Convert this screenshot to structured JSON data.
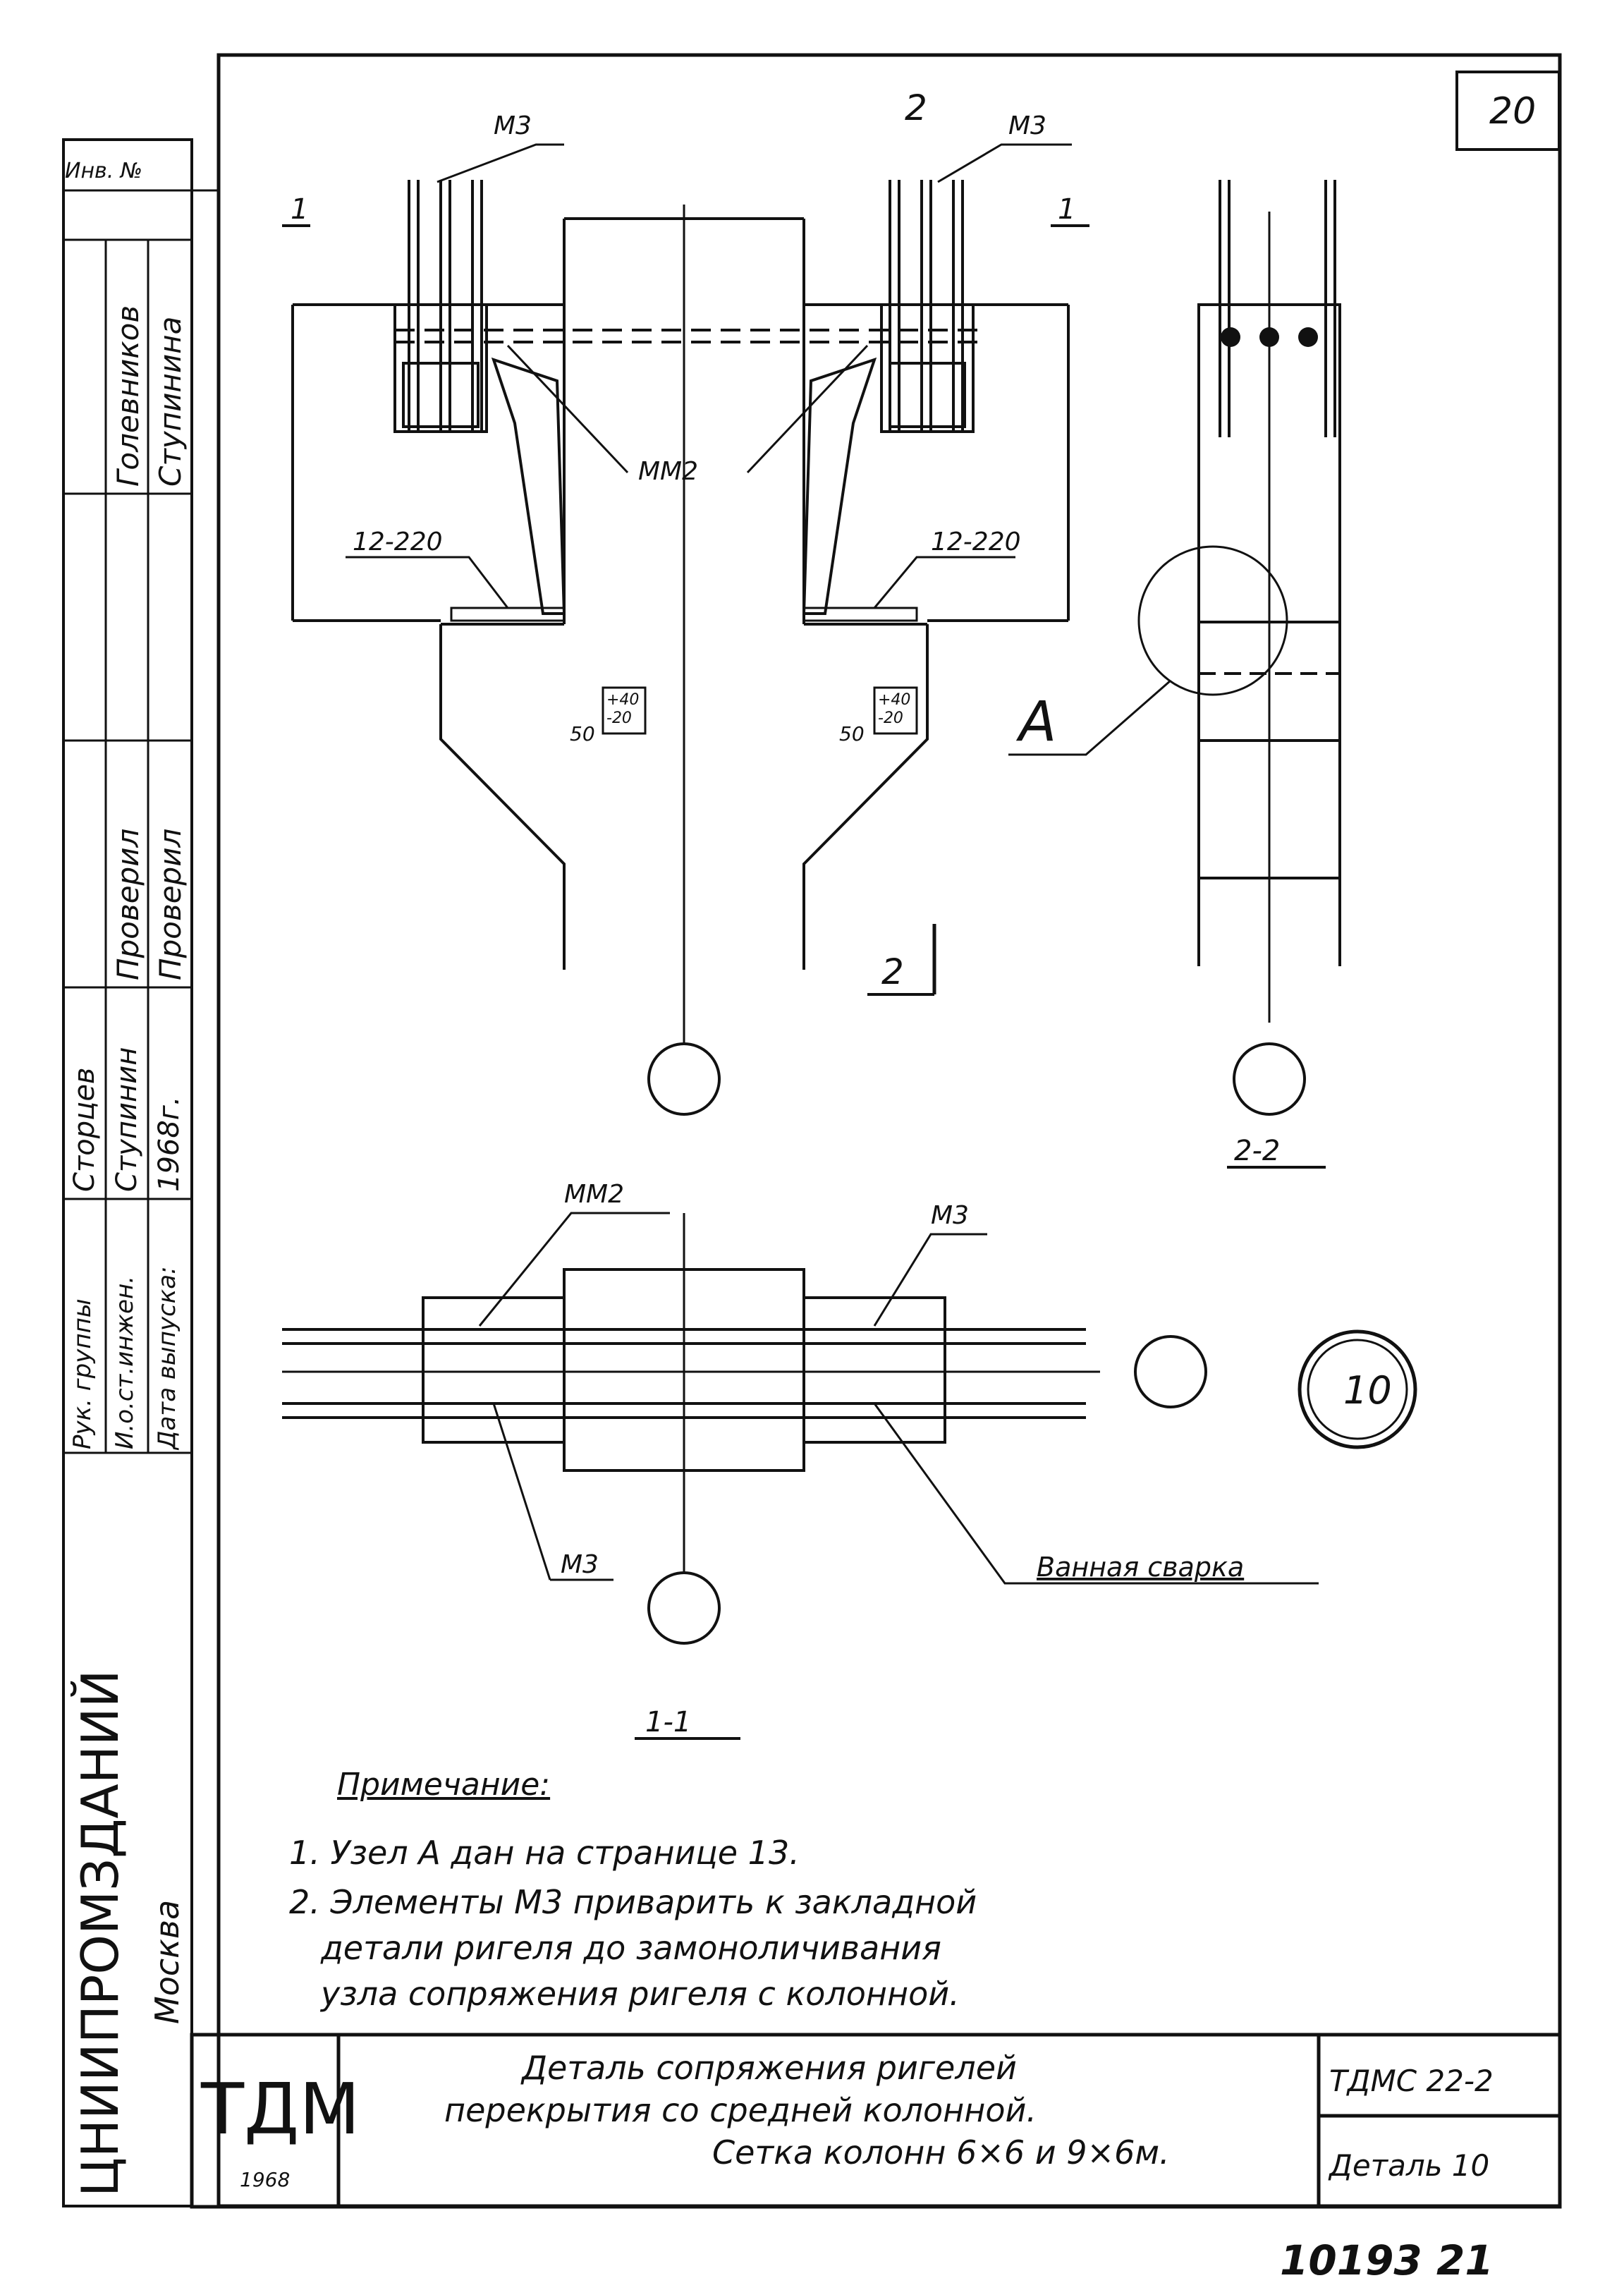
{
  "sheet": {
    "page_number": "20",
    "bottom_number": "10193 21"
  },
  "drawing": {
    "labels": {
      "m3": "М3",
      "mm2": "ММ2",
      "rebar": "12-220",
      "dim_50": "50",
      "tolerance": "+40\n-20",
      "section_1": "1",
      "section_2": "2",
      "node_a": "А",
      "section_1_1": "1-1",
      "section_2_2": "2-2",
      "detail_no": "10",
      "weld_note": "Ванная сварка"
    }
  },
  "notes": {
    "title": "Примечание:",
    "items": [
      "1.  Узел А дан на странице 13.",
      "2.  Элементы М3 приварить к закладной",
      "детали ригеля до замоноличивания",
      "узла сопряжения ригеля с колонной."
    ]
  },
  "side_stamp": {
    "inv_no": "Инв. №",
    "org": "ЦНИИПРОМЗДАНИЙ",
    "city": "Москва",
    "roles": [
      "Рук. группы",
      "И.о.ст.инжен.",
      "Дата выпуска:"
    ],
    "signatures": [
      "Сторцев",
      "Ступинин",
      "1968г."
    ],
    "check_labels": [
      "Проверил",
      "Проверил"
    ],
    "names": [
      "Голевников",
      "Ступинина"
    ]
  },
  "title_block": {
    "logo": "ТДМ",
    "year": "1968",
    "title_lines": [
      "Деталь сопряжения ригелей",
      "перекрытия со средней колонной.",
      "Сетка колонн 6×6 и 9×6м."
    ],
    "series": "ТДМС 22-2",
    "detail": "Деталь 10"
  }
}
